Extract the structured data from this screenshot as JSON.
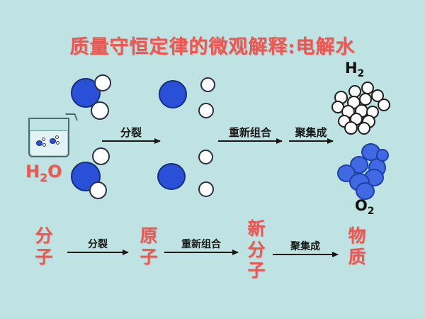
{
  "slide": {
    "background_color": "#bfe2e2",
    "title": "质量守恒定律的微观解释:电解水"
  },
  "colors": {
    "title_red": "#f0554f",
    "oxygen_blue": "#2b50d8",
    "hydrogen_white": "#ffffff",
    "cluster_blue": "#4169e1",
    "text_black": "#171717",
    "beaker_outline": "#4a6a72",
    "water_fill": "#e2f3f3"
  },
  "stage_labels": {
    "water": "H<sub>2</sub>O",
    "water_plain": "H2O",
    "hydrogen": "H<sub>2</sub>",
    "hydrogen_plain": "H2",
    "oxygen": "O<sub>2</sub>",
    "oxygen_plain": "O2"
  },
  "top_arrows": [
    {
      "label": "分裂",
      "meaning": "split"
    },
    {
      "label": "重新组合",
      "meaning": "recombine"
    },
    {
      "label": "聚集成",
      "meaning": "aggregate-into"
    }
  ],
  "bottom_flow": {
    "terms": [
      {
        "label": "分\n子",
        "plain": "分子",
        "meaning": "molecule"
      },
      {
        "label": "原\n子",
        "plain": "原子",
        "meaning": "atom"
      },
      {
        "label": "新\n分\n子",
        "plain": "新分子",
        "meaning": "new-molecule"
      },
      {
        "label": "物\n质",
        "plain": "物质",
        "meaning": "substance"
      }
    ],
    "arrows": [
      {
        "label": "分裂",
        "meaning": "split"
      },
      {
        "label": "重新组合",
        "meaning": "recombine"
      },
      {
        "label": "聚集成",
        "meaning": "aggregate-into"
      }
    ]
  },
  "molecules": {
    "water_molecules_count": 2,
    "separated_oxygen_atoms": 2,
    "separated_hydrogen_atoms": 4,
    "hydrogen_cluster_count": 16,
    "oxygen_cluster_count": 8
  }
}
